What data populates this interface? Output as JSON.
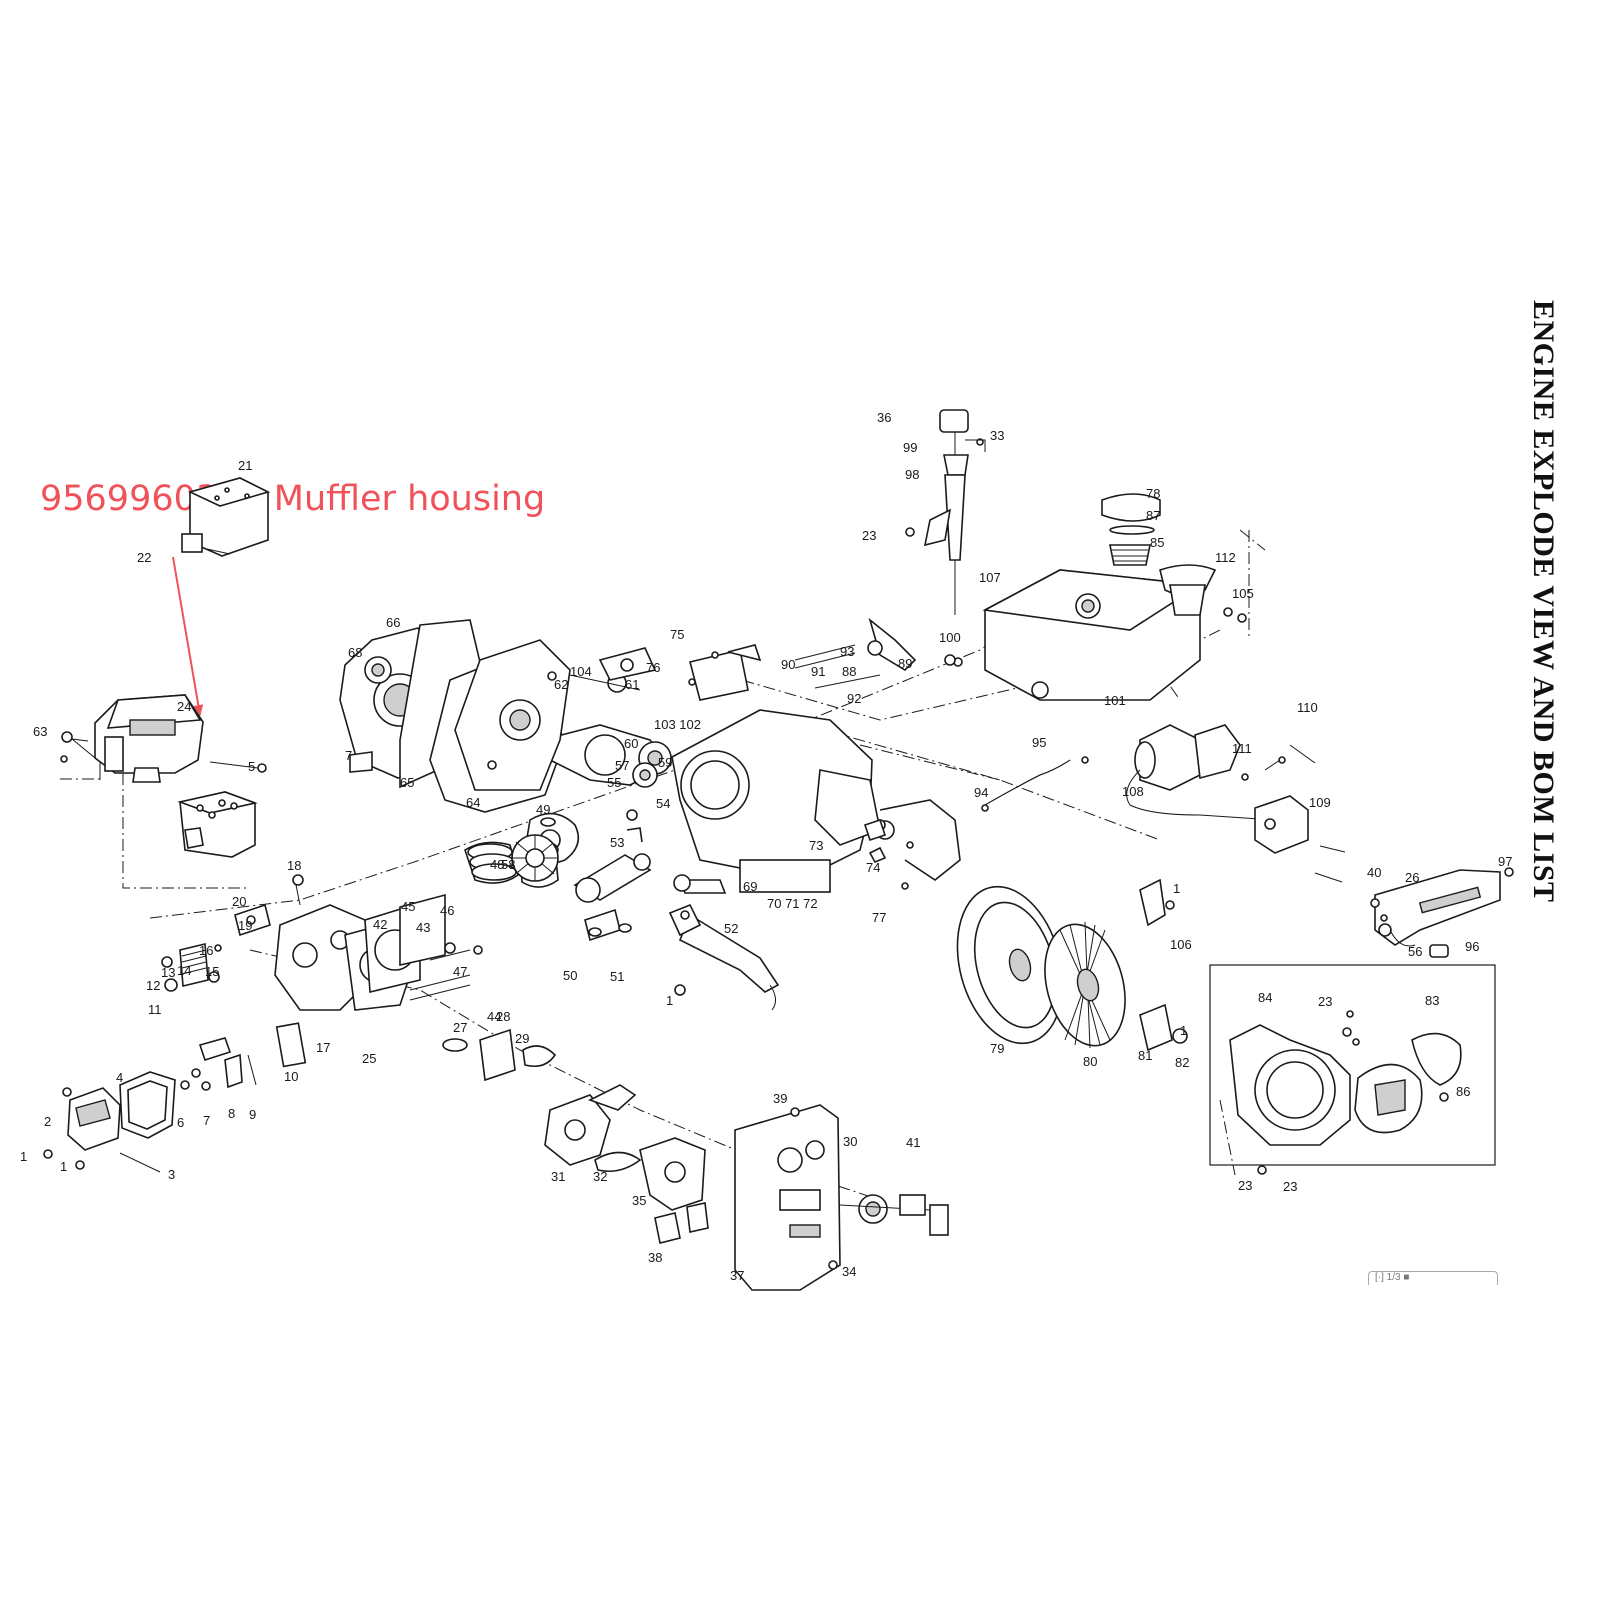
{
  "annotation": {
    "callout_text": "9569960302 Muffler housing",
    "callout_color": "#f0525a"
  },
  "diagram": {
    "title": "ENGINE EXPLODE VIEW AND BOM LIST",
    "labels": [
      "1",
      "1",
      "1",
      "1",
      "1",
      "2",
      "3",
      "4",
      "5",
      "6",
      "7",
      "7",
      "8",
      "9",
      "10",
      "11",
      "12",
      "13",
      "14",
      "15",
      "16",
      "17",
      "18",
      "19",
      "20",
      "21",
      "22",
      "23",
      "23",
      "23",
      "24",
      "25",
      "26",
      "27",
      "28",
      "29",
      "30",
      "31",
      "32",
      "33",
      "34",
      "35",
      "36",
      "37",
      "38",
      "39",
      "40",
      "41",
      "42",
      "43",
      "44",
      "45",
      "46",
      "47",
      "48",
      "49",
      "50",
      "51",
      "52",
      "53",
      "54",
      "55",
      "56",
      "57",
      "58",
      "59",
      "60",
      "61",
      "62",
      "63",
      "64",
      "65",
      "66",
      "68",
      "69",
      "70 71 72",
      "73",
      "74",
      "75",
      "76",
      "77",
      "78",
      "79",
      "80",
      "81",
      "82",
      "83",
      "84",
      "85",
      "86",
      "87",
      "88",
      "89",
      "90",
      "91",
      "92",
      "93",
      "94",
      "95",
      "96",
      "97",
      "98",
      "99",
      "100",
      "101",
      "103 102",
      "104",
      "105",
      "106",
      "107",
      "108",
      "109",
      "110",
      "111",
      "112",
      "23"
    ]
  },
  "ui": {
    "zoom_chip_text": "[·] 1/3 ■"
  }
}
